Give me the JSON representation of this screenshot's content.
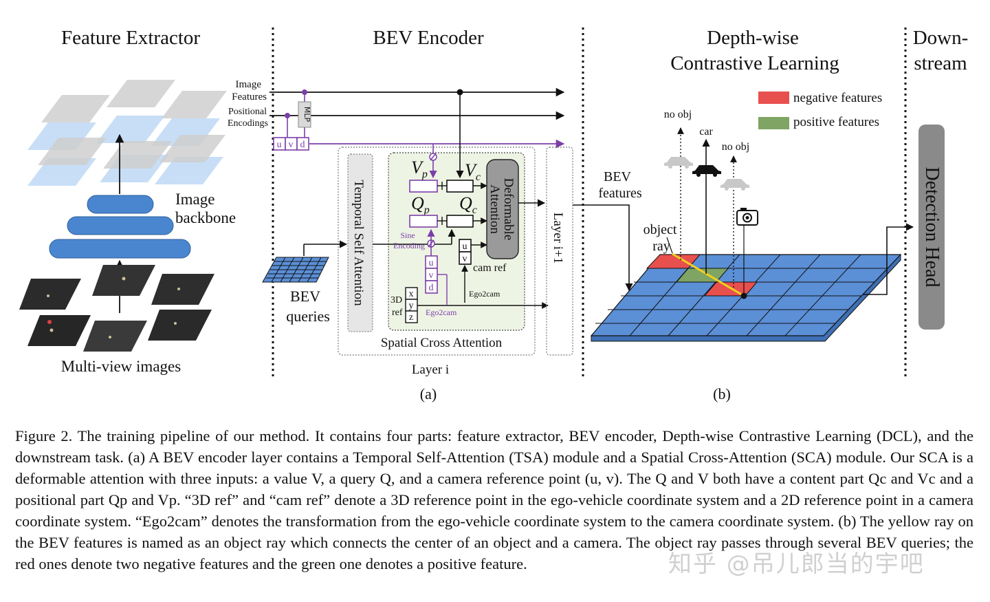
{
  "sections": {
    "feature_extractor": "Feature Extractor",
    "bev_encoder": "BEV Encoder",
    "dcl_line1": "Depth-wise",
    "dcl_line2": "Contrastive Learning",
    "down_line1": "Down-",
    "down_line2": "stream"
  },
  "panel_a": {
    "image_backbone_1": "Image",
    "image_backbone_2": "backbone",
    "multiview": "Multi-view images",
    "image_features_1": "Image",
    "image_features_2": "Features",
    "positional_1": "Positional",
    "positional_2": "Encodings",
    "mlp": "MLP",
    "u": "u",
    "v": "v",
    "d": "d",
    "bev_queries_1": "BEV",
    "bev_queries_2": "queries",
    "tsa": "Temporal Self Attention",
    "vp": "V",
    "vp_sub": "p",
    "vc": "V",
    "vc_sub": "c",
    "qp": "Q",
    "qp_sub": "p",
    "qc": "Q",
    "qc_sub": "c",
    "deformable_1": "Deformable",
    "deformable_2": "Attention",
    "sine_1": "Sine",
    "sine_2": "Encoding",
    "cam_ref": "cam ref",
    "ref3d_1": "3D",
    "ref3d_2": "ref",
    "x": "x",
    "y": "y",
    "z": "z",
    "ego2cam_a": "Ego2cam",
    "ego2cam_b": "Ego2cam",
    "sca": "Spatial Cross Attention",
    "layer_i": "Layer i",
    "layer_i1": "Layer i+1",
    "label": "(a)"
  },
  "panel_b": {
    "bev_features_1": "BEV",
    "bev_features_2": "features",
    "object_ray_1": "object",
    "object_ray_2": "ray",
    "no_obj_1": "no obj",
    "car": "car",
    "no_obj_2": "no obj",
    "negative": "negative features",
    "positive": "positive features",
    "detection_head": "Detection Head",
    "label": "(b)"
  },
  "caption": "Figure 2. The training pipeline of our method. It contains four parts: feature extractor, BEV encoder, Depth-wise Contrastive Learning (DCL), and the downstream task. (a) A BEV encoder layer contains a Temporal Self-Attention (TSA) module and a Spatial Cross-Attention (SCA) module. Our SCA is a deformable attention with three inputs: a value V, a query Q, and a camera reference point (u, v). The Q and V both have a content part Qc and Vc and a positional part Qp and Vp. “3D ref” and “cam ref” denote a 3D reference point in the ego-vehicle coordinate system and a 2D reference point in a camera coordinate system. “Ego2cam” denotes the transformation from the ego-vehicle coordinate system to the camera coordinate system. (b) The yellow ray on the BEV features is named as an object ray which connects the center of an object and a camera. The object ray passes through several BEV queries; the red ones denote two negative features and the green one denotes a positive feature.",
  "watermark": "知乎 @吊儿郎当的宇吧",
  "colors": {
    "purple": "#7b3fa8",
    "bev_blue": "#5b8fd6",
    "backbone_blue": "#4a86d0",
    "negative": "#e8504e",
    "positive": "#7fa463",
    "sca_bg": "#eef4e4",
    "head_gray": "#8a8a8a"
  }
}
